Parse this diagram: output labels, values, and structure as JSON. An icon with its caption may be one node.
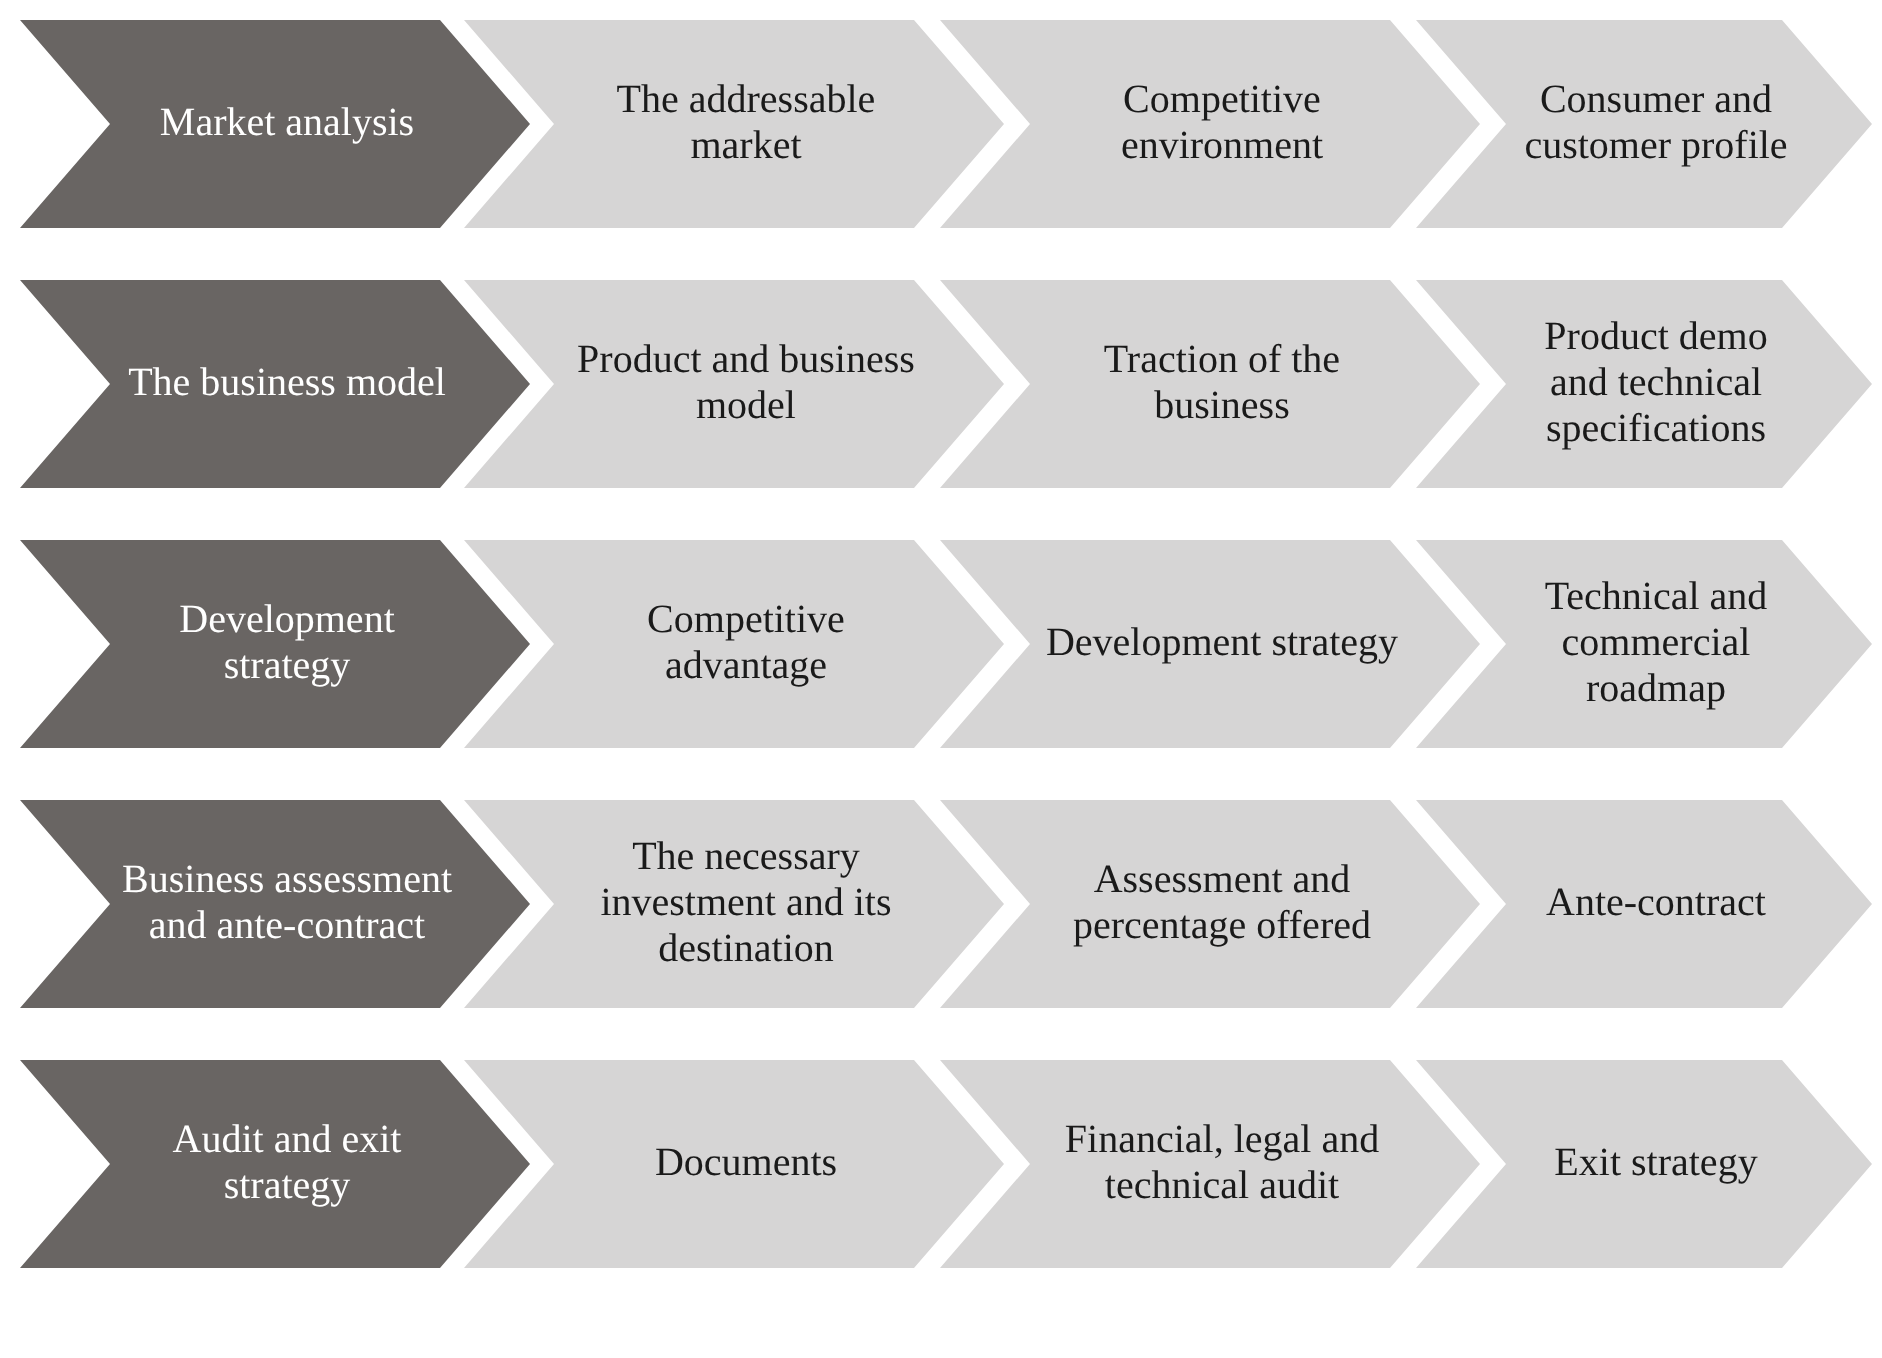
{
  "diagram": {
    "nodes": [
      {
        "text": [
          "Market analysis"
        ]
      },
      {
        "text": [
          "The addressable market"
        ]
      },
      {
        "text": [
          "Competitive environment"
        ]
      },
      {
        "text": [
          "Consumer and customer profile"
        ]
      },
      {
        "text": [
          "The business model"
        ]
      },
      {
        "text": [
          "Product and business model"
        ]
      },
      {
        "text": [
          "Traction of the business"
        ]
      },
      {
        "text": [
          "Product demo and technical specifications"
        ]
      },
      {
        "text": [
          "Development strategy"
        ]
      },
      {
        "text": [
          "Competitive advantage"
        ]
      },
      {
        "text": [
          "Development strategy"
        ]
      },
      {
        "text": [
          "Technical and commercial roadmap"
        ]
      },
      {
        "text": [
          "Business assessment and ante-contract"
        ]
      },
      {
        "text": [
          "The necessary investment and its destination"
        ]
      },
      {
        "text": [
          "Assessment and percentage offered"
        ]
      },
      {
        "text": [
          "Ante-contract"
        ]
      },
      {
        "text": [
          "Audit and exit strategy"
        ]
      },
      {
        "text": [
          "Documents"
        ]
      },
      {
        "text": [
          "Financial, legal and technical audit"
        ]
      },
      {
        "text": [
          "Exit strategy"
        ]
      }
    ]
  }
}
